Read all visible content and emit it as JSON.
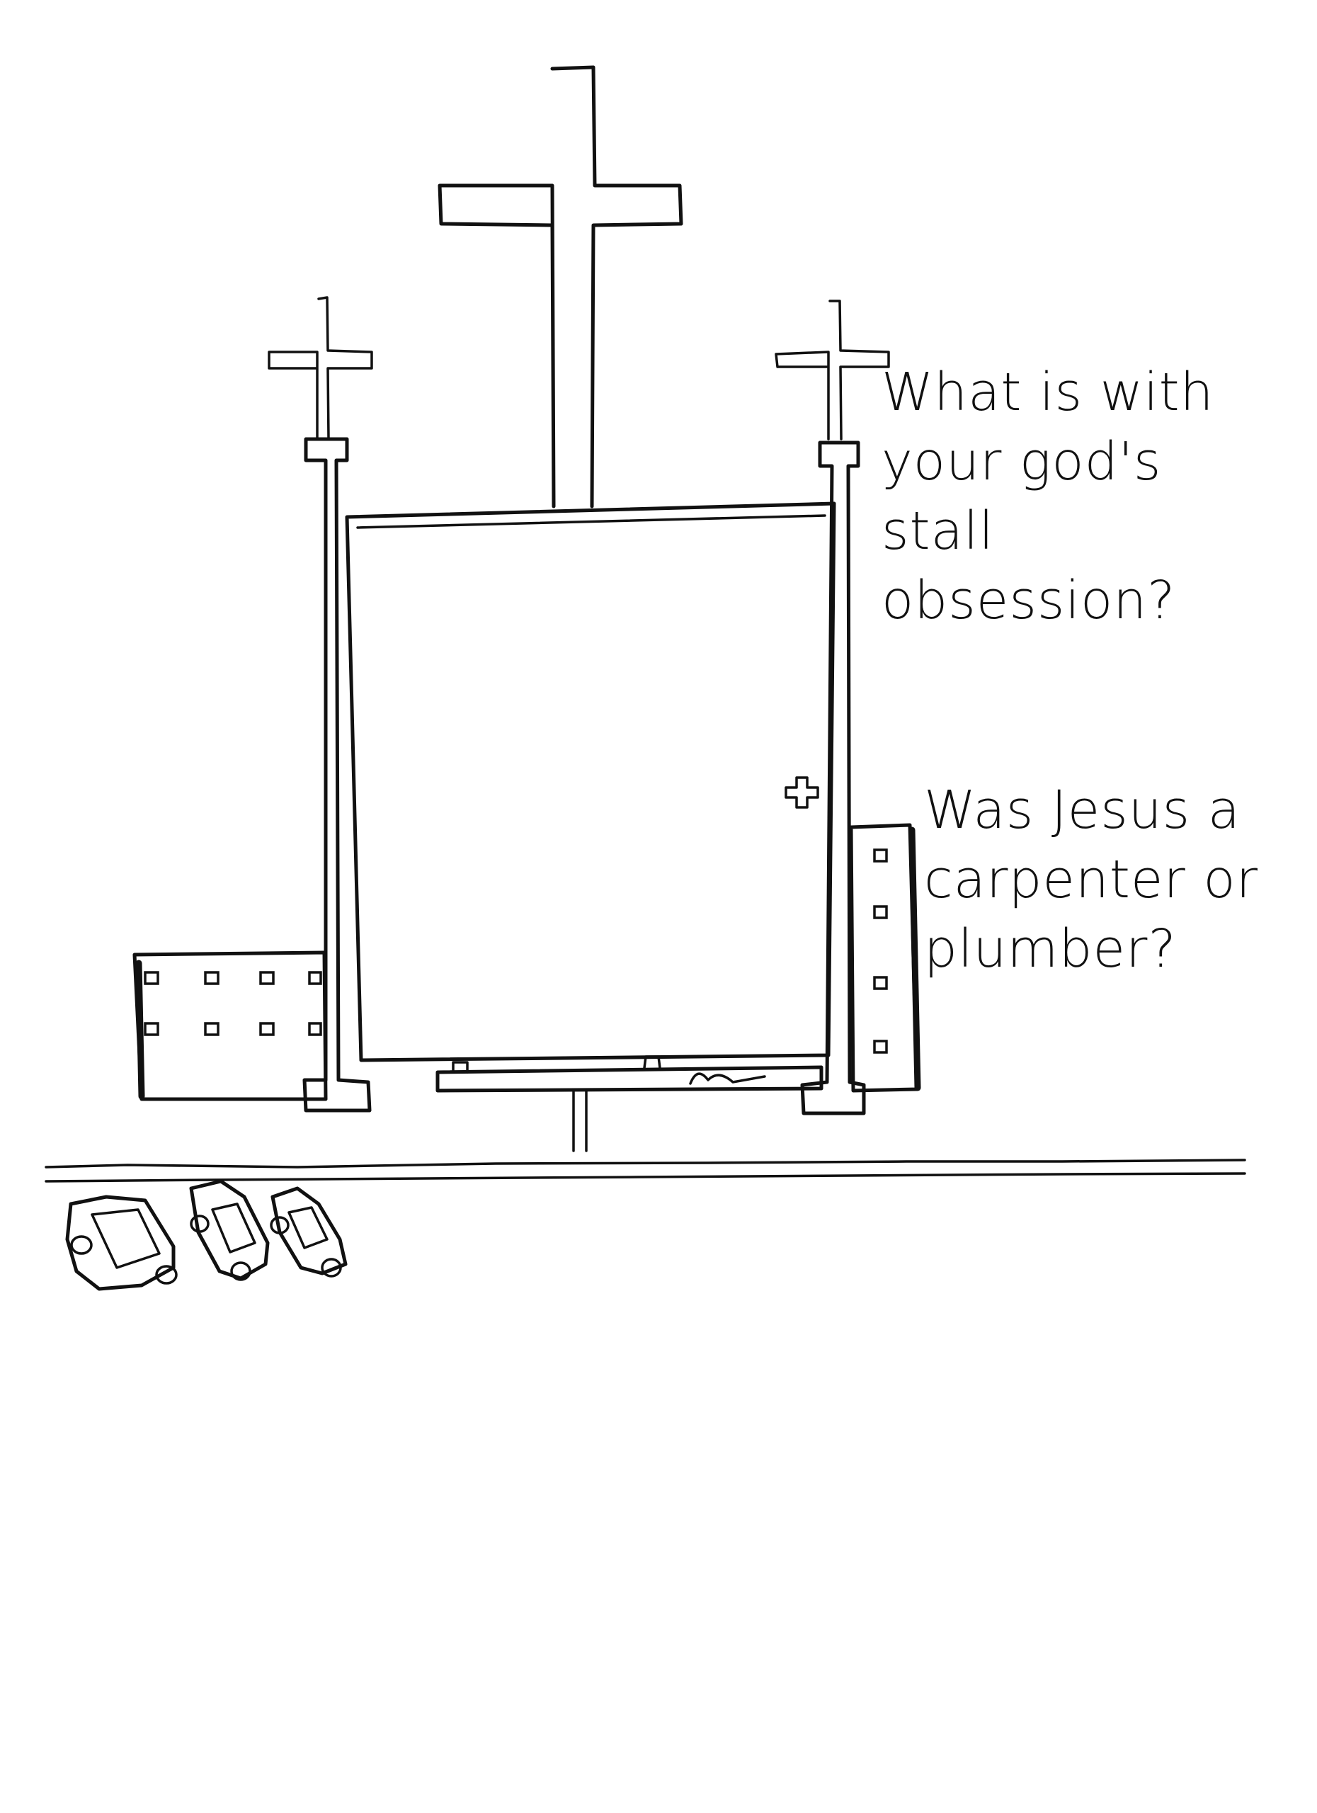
{
  "captions": {
    "first": "What is with\nyour god's stall\nobsession?",
    "second": "Was Jesus a\ncarpenter or\nplumber?"
  },
  "colors": {
    "ink": "#111111",
    "paper": "#ffffff"
  },
  "illustration": {
    "cars": 3
  }
}
